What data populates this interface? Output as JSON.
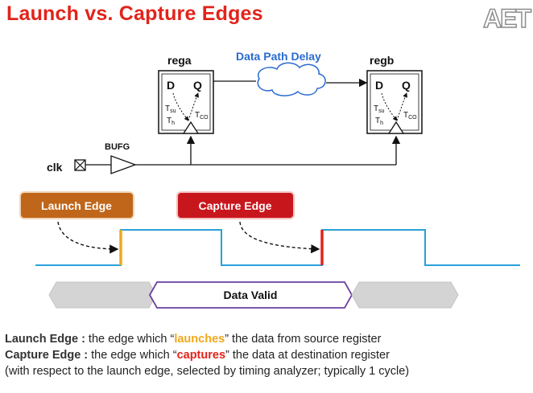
{
  "title": "Launch vs. Capture Edges",
  "logo_text": "AET",
  "registers": {
    "source": {
      "name": "rega",
      "d": "D",
      "q": "Q",
      "tsu": "T",
      "tsu_sub": "su",
      "th": "T",
      "th_sub": "h",
      "tco": "T",
      "tco_sub": "CO"
    },
    "dest": {
      "name": "regb",
      "d": "D",
      "q": "Q",
      "tsu": "T",
      "tsu_sub": "su",
      "th": "T",
      "th_sub": "h",
      "tco": "T",
      "tco_sub": "CO"
    }
  },
  "data_path_label": "Data Path Delay",
  "buffer_label": "BUFG",
  "clock_label": "clk",
  "launch_edge_label": "Launch Edge",
  "capture_edge_label": "Capture  Edge",
  "data_valid_label": "Data Valid",
  "colors": {
    "title": "#e2231a",
    "launch": "#c0661a",
    "capture": "#c8161d",
    "waveform": "#2aa0d8",
    "data_valid_border": "#6b3fa0",
    "cloud": "#2a6bd0",
    "launch_marker": "#f0a81c",
    "capture_marker": "#e2231a"
  },
  "description": {
    "line1": {
      "term": "Launch Edge :",
      "pre": "  the edge which “",
      "highlight": "launches",
      "post": "” the data from source register"
    },
    "line2": {
      "term": "Capture Edge :",
      "pre": " the edge which “",
      "highlight": "captures",
      "post": "”  the data at destination register"
    },
    "line3": " (with respect to the launch edge, selected by timing analyzer; typically 1 cycle)"
  }
}
